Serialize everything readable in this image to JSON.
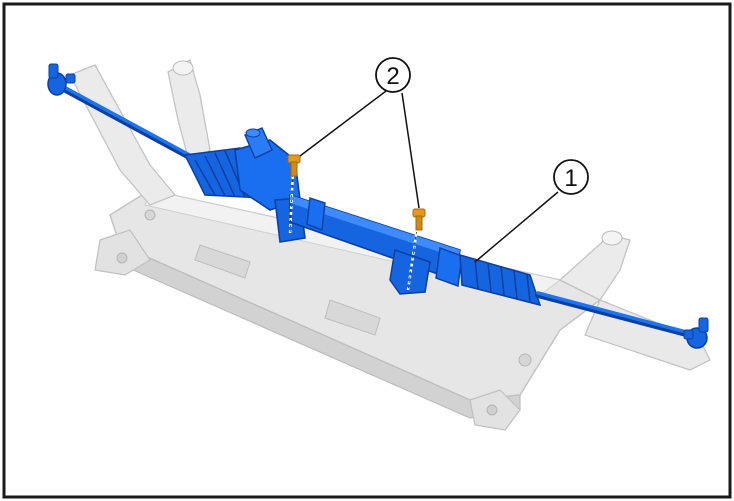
{
  "figure": {
    "callouts": [
      {
        "id": "1",
        "label": "1"
      },
      {
        "id": "2",
        "label": "2"
      }
    ]
  },
  "colors": {
    "frame_border": "#1a1a1a",
    "subframe": "#e4e4e4",
    "subframe_shadow": "#c6c6c6",
    "steering_rack": "#1565e0",
    "steering_rack_dark": "#0b3fa0",
    "bolt": "#e39a1c",
    "callout_line": "#111111"
  },
  "icons": {
    "callout_marker": "circle-number-icon",
    "bolt": "bolt-icon"
  }
}
